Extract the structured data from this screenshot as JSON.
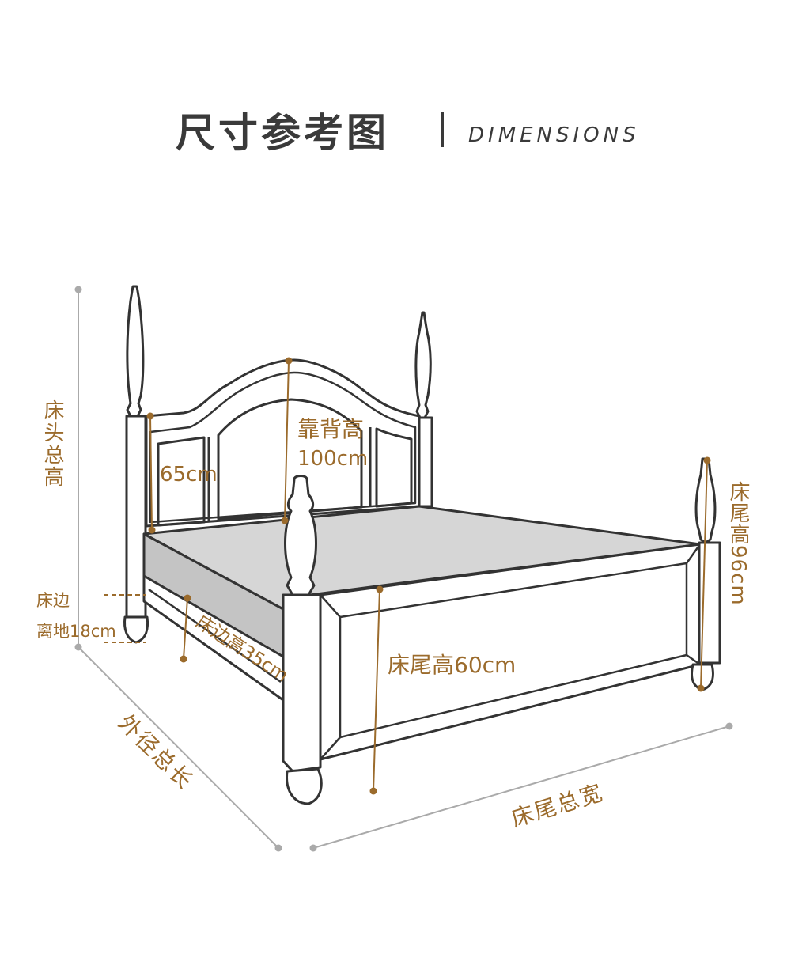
{
  "header": {
    "title_zh": "尺寸参考图",
    "title_en": "DIMENSIONS"
  },
  "labels": {
    "headboard_total_height": "床头总高",
    "panel_height": "65cm",
    "backrest_height_title": "靠背高",
    "backrest_height_value": "100cm",
    "footpost_height": "床尾高96cm",
    "bed_edge_ground_line1": "床边",
    "bed_edge_ground_line2": "离地18cm",
    "bed_side_height": "床边高35cm",
    "footboard_height": "床尾高60cm",
    "overall_length": "外径总长",
    "footboard_total_width": "床尾总宽"
  },
  "colors": {
    "line": "#333333",
    "dimension": "#9b6b2c",
    "guide": "#aaaaaa",
    "mattress": "#d6d6d6",
    "mattress_side": "#c4c4c4"
  }
}
